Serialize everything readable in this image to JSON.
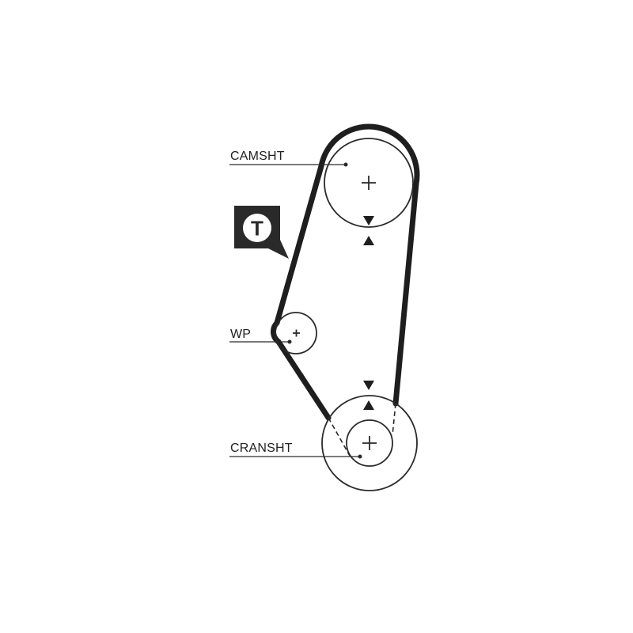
{
  "labels": {
    "camshaft": "CAMSHT",
    "water_pump": "WP",
    "crankshaft": "CRANSHT"
  },
  "tensioner_badge": {
    "letter": "T",
    "icon": "tensioner-badge-icon"
  },
  "colors": {
    "belt": "#1e1e1e",
    "line": "#2a2a2a",
    "badge_bg": "#2a2a2a",
    "badge_fg": "#ffffff"
  }
}
